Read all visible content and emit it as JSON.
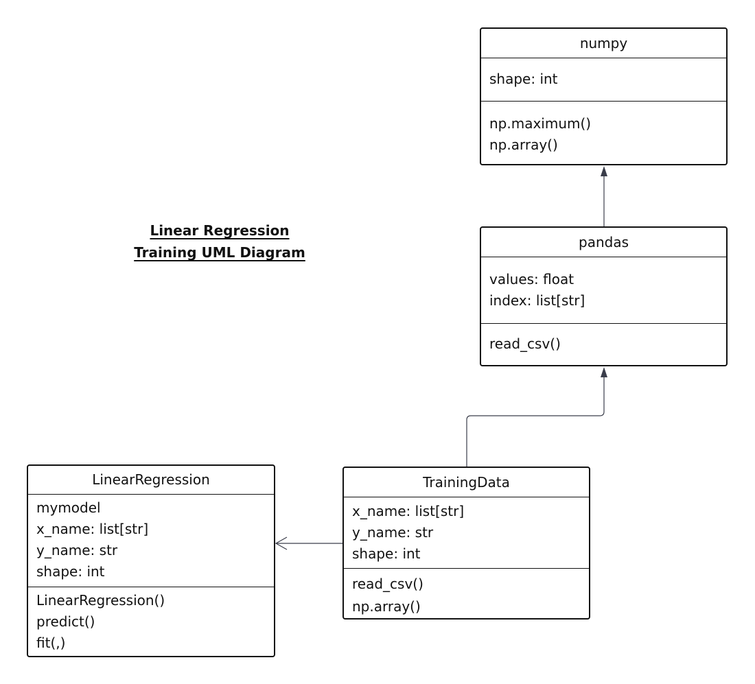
{
  "title": {
    "line1": "Linear Regression",
    "line2": "Training UML Diagram"
  },
  "classes": {
    "numpy": {
      "name": "numpy",
      "attributes": [
        "shape: int"
      ],
      "methods": [
        "np.maximum()",
        "np.array()"
      ]
    },
    "pandas": {
      "name": "pandas",
      "attributes": [
        "values: float",
        "index: list[str]"
      ],
      "methods": [
        "read_csv()"
      ]
    },
    "linear_regression": {
      "name": "LinearRegression",
      "attributes": [
        "mymodel",
        "x_name: list[str]",
        "y_name: str",
        "shape: int"
      ],
      "methods": [
        "LinearRegression()",
        "predict()",
        "fit(,)"
      ]
    },
    "training_data": {
      "name": "TrainingData",
      "attributes": [
        "x_name: list[str]",
        "y_name: str",
        "shape: int"
      ],
      "methods": [
        "read_csv()",
        "np.array()"
      ]
    }
  },
  "colors": {
    "border": "#111111",
    "connector": "#3a3d4a",
    "background": "#ffffff"
  }
}
